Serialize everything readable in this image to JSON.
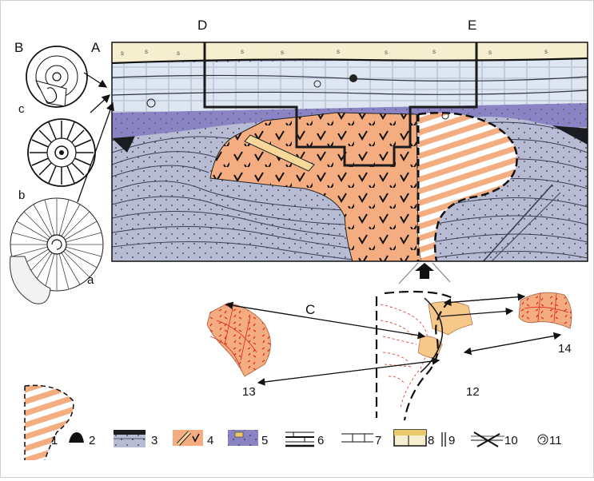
{
  "panel_labels": {
    "A": "A",
    "B": "B",
    "C": "C",
    "D": "D",
    "E": "E"
  },
  "ammonite_labels": {
    "a": "a",
    "b": "b",
    "c": "c"
  },
  "detail_labels": {
    "n12": "12",
    "n13": "13",
    "n14": "14"
  },
  "legend": [
    {
      "num": "1"
    },
    {
      "num": "2"
    },
    {
      "num": "3"
    },
    {
      "num": "4"
    },
    {
      "num": "5"
    },
    {
      "num": "6"
    },
    {
      "num": "7"
    },
    {
      "num": "8"
    },
    {
      "num": "9"
    },
    {
      "num": "10"
    },
    {
      "num": "11"
    }
  ],
  "colors": {
    "orange": "#f4ad80",
    "purple": "#8a84c4",
    "gray_blue": "#b7bbd3",
    "pale_blue": "#dde6f1",
    "cream": "#f6efcf",
    "ink": "#111111",
    "red": "#e0261c"
  }
}
